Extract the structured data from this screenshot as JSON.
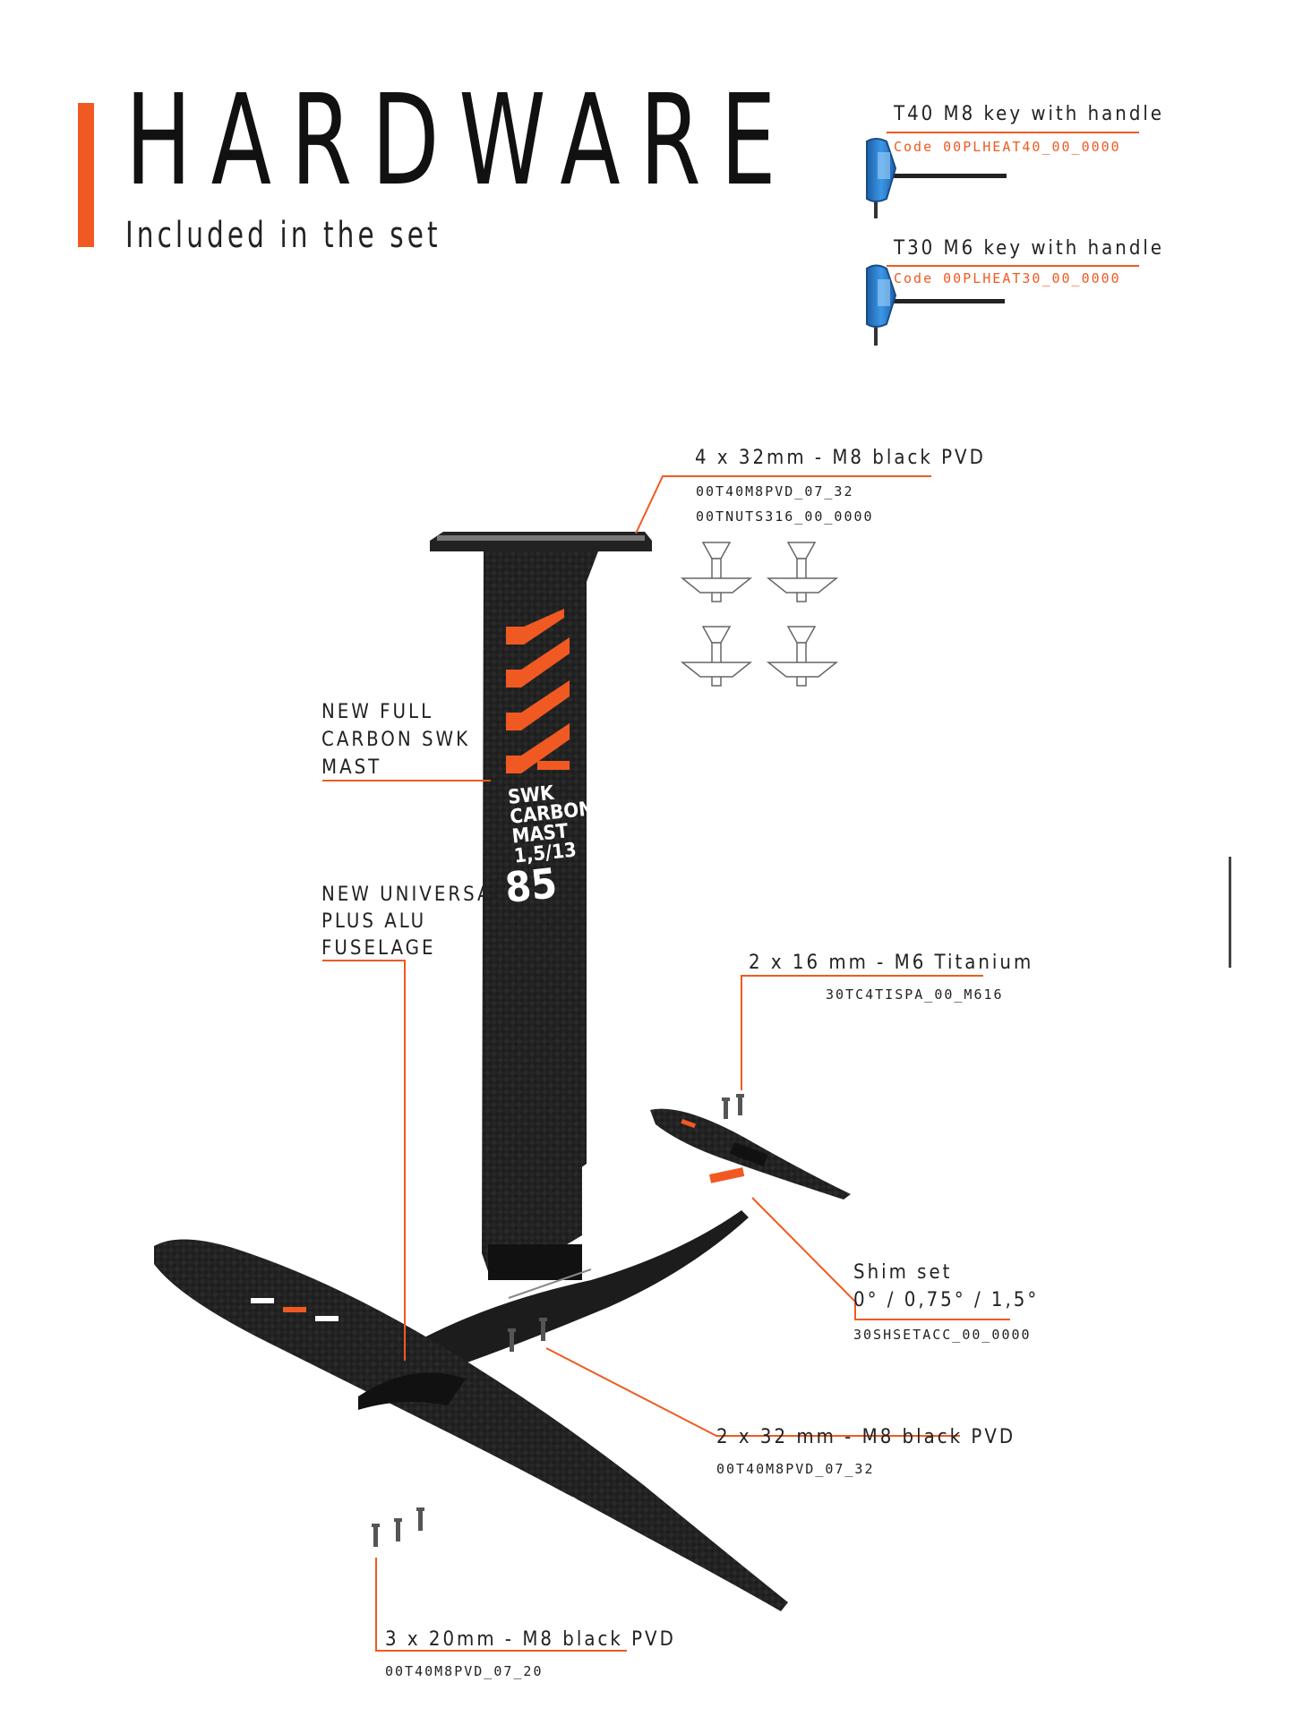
{
  "header": {
    "title": "HARDWARE",
    "subtitle": "Included in the set"
  },
  "tools": [
    {
      "name": "T40 M8 key with handle",
      "code": "Code 00PLHEAT40_00_0000"
    },
    {
      "name": "T30 M6 key with handle",
      "code": "Code 00PLHEAT30_00_0000"
    }
  ],
  "parts": {
    "mast_screws": {
      "label": "4 x 32mm - M8 black PVD",
      "codes": [
        "00T40M8PVD_07_32",
        "00TNUTS316_00_0000"
      ]
    },
    "mast": {
      "label_lines": [
        "NEW FULL",
        "CARBON SWK",
        "MAST"
      ],
      "print_lines": [
        "SWK",
        "CARBON",
        "MAST",
        "1,5/13"
      ],
      "print_size": "85"
    },
    "fuselage": {
      "label_lines": [
        "NEW UNIVERSAL",
        "PLUS ALU",
        "FUSELAGE"
      ]
    },
    "stab_screws": {
      "label": "2 x 16 mm - M6 Titanium",
      "code": "30TC4TISPA_00_M616"
    },
    "shim": {
      "label_lines": [
        "Shim set",
        "0° / 0,75° / 1,5°"
      ],
      "code": "30SHSETACC_00_0000"
    },
    "fuselage_screws": {
      "label": "2 x 32 mm - M8 black PVD",
      "code": "00T40M8PVD_07_32"
    },
    "wing_screws": {
      "label": "3 x 20mm - M8 black PVD",
      "code": "00T40M8PVD_07_20"
    }
  },
  "colors": {
    "accent": "#f05a22",
    "carbon": "#1c1c1c",
    "tool_blue": "#2a7fd0"
  }
}
